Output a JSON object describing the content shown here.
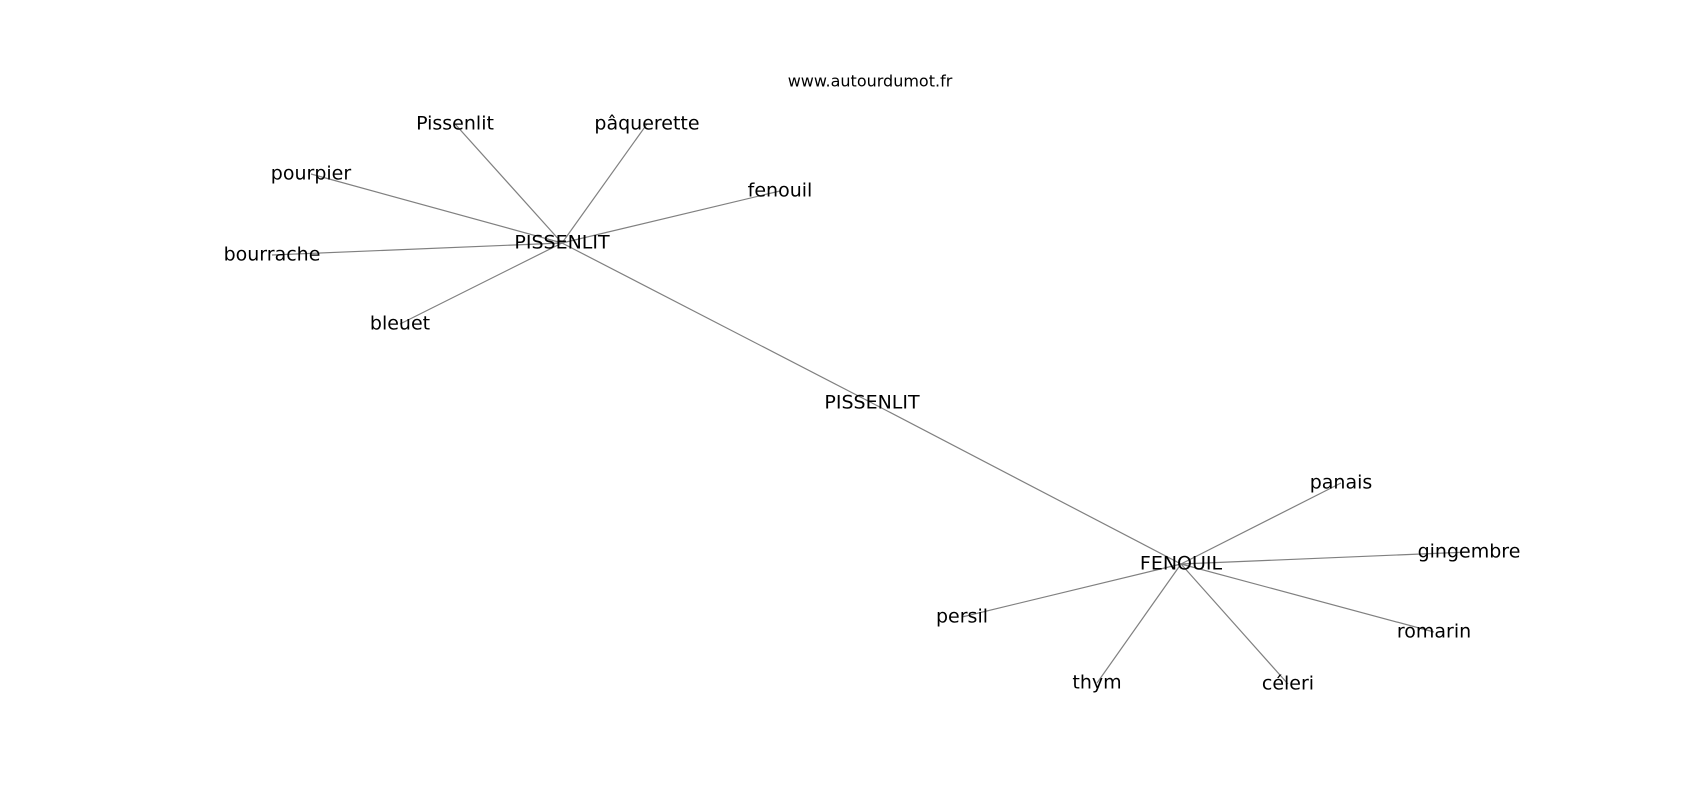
{
  "watermark": "www.autourdumot.fr",
  "graph": {
    "nodes": [
      {
        "id": "center",
        "label": "PISSENLIT"
      },
      {
        "id": "hub1",
        "label": "PISSENLIT"
      },
      {
        "id": "hub2",
        "label": "FENOUIL"
      },
      {
        "id": "pissenlit",
        "label": "Pissenlit"
      },
      {
        "id": "paquerette",
        "label": "pâquerette"
      },
      {
        "id": "pourpier",
        "label": "pourpier"
      },
      {
        "id": "fenouil",
        "label": "fenouil"
      },
      {
        "id": "bourrache",
        "label": "bourrache"
      },
      {
        "id": "bleuet",
        "label": "bleuet"
      },
      {
        "id": "panais",
        "label": "panais"
      },
      {
        "id": "gingembre",
        "label": "gingembre"
      },
      {
        "id": "persil",
        "label": "persil"
      },
      {
        "id": "romarin",
        "label": "romarin"
      },
      {
        "id": "thym",
        "label": "thym"
      },
      {
        "id": "celeri",
        "label": "céleri"
      }
    ],
    "edges": [
      [
        "hub1",
        "center"
      ],
      [
        "center",
        "hub2"
      ],
      [
        "hub1",
        "pissenlit"
      ],
      [
        "hub1",
        "paquerette"
      ],
      [
        "hub1",
        "pourpier"
      ],
      [
        "hub1",
        "fenouil"
      ],
      [
        "hub1",
        "bourrache"
      ],
      [
        "hub1",
        "bleuet"
      ],
      [
        "hub2",
        "panais"
      ],
      [
        "hub2",
        "gingembre"
      ],
      [
        "hub2",
        "persil"
      ],
      [
        "hub2",
        "romarin"
      ],
      [
        "hub2",
        "thym"
      ],
      [
        "hub2",
        "celeri"
      ]
    ]
  }
}
